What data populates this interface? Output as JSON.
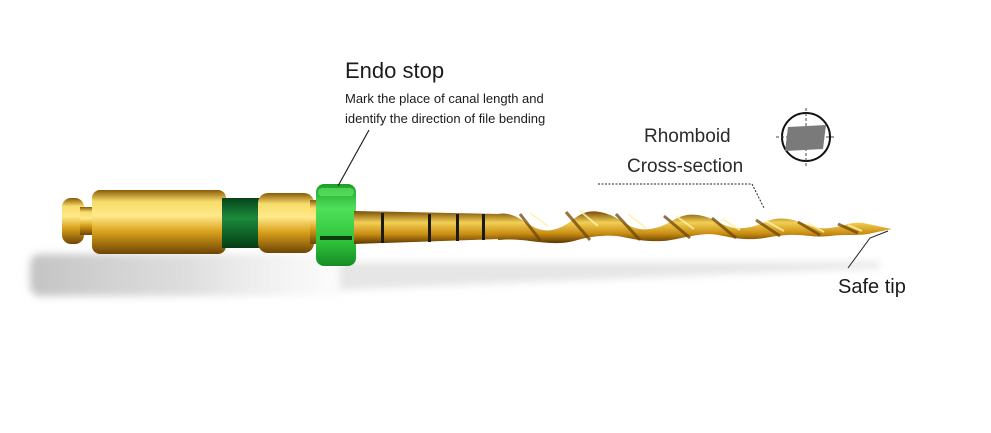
{
  "labels": {
    "endo_stop_title": "Endo stop",
    "endo_stop_desc_line1": "Mark the place of canal length and",
    "endo_stop_desc_line2": "identify the direction of file bending",
    "cross_section_line1": "Rhomboid",
    "cross_section_line2": "Cross-section",
    "safe_tip": "Safe tip"
  },
  "colors": {
    "gold": "#d9a21c",
    "gold_light": "#f6dc6a",
    "gold_dark": "#8a5a06",
    "green_stop": "#2fc23a",
    "green_band": "#0f6b2a",
    "text": "#1b1b1b",
    "crosssection_fill": "#7a7a7a"
  }
}
